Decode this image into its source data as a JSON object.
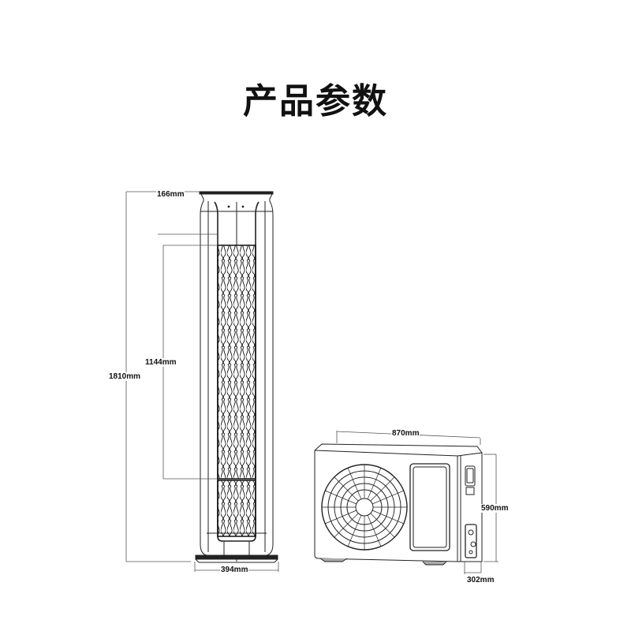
{
  "title": "产品参数",
  "indoor_unit": {
    "name": "tower-indoor-unit",
    "dimensions": {
      "depth": "166mm",
      "height": "1810mm",
      "grille_height": "1144mm",
      "width": "394mm"
    }
  },
  "outdoor_unit": {
    "name": "outdoor-condenser-unit",
    "dimensions": {
      "width": "870mm",
      "height": "590mm",
      "depth": "302mm"
    }
  },
  "colors": {
    "line": "#222222",
    "dim_line": "#555555",
    "background": "#ffffff"
  }
}
